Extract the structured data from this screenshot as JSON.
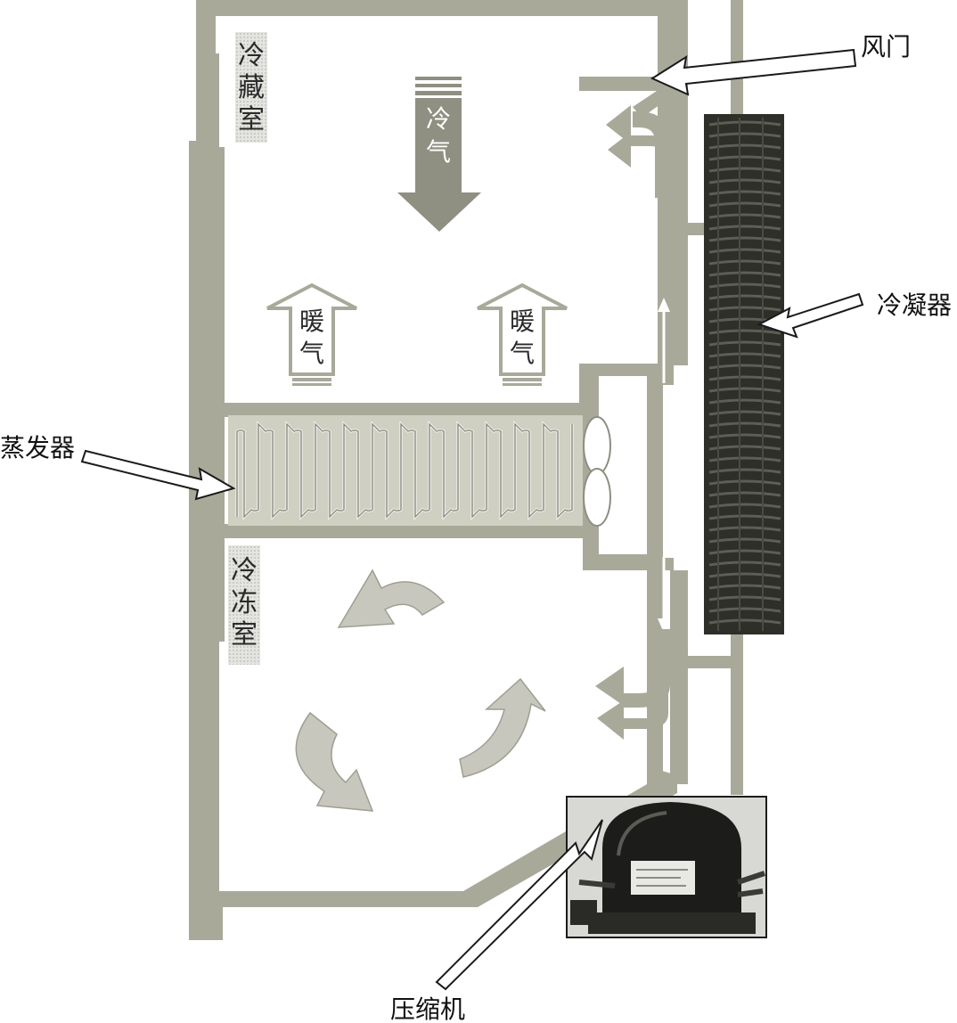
{
  "colors": {
    "wall": "#a9a99a",
    "label_bg": "#d9d9d6",
    "condenser": "#2e2f28",
    "compressor_bg": "#d8d8d4",
    "compressor_body": "#1c1d1a",
    "evaporator": "#cfcfc2",
    "rotate_arrow": "#c7c7bd",
    "cold_arrow": "#8f8f82"
  },
  "labels": {
    "damper": "风门",
    "condenser": "冷凝器",
    "evaporator": "蒸发器",
    "compressor": "压缩机"
  },
  "compartments": {
    "fridge": [
      "冷",
      "藏",
      "室"
    ],
    "freezer": [
      "冷",
      "冻",
      "室"
    ]
  },
  "air": {
    "cold": [
      "冷",
      "气"
    ],
    "warm": [
      "暖",
      "气"
    ]
  },
  "icons": [
    "fan-icon",
    "rotation-arrow-icon",
    "airflow-arrow-icon",
    "compressor-icon",
    "pointer-arrow-icon"
  ]
}
